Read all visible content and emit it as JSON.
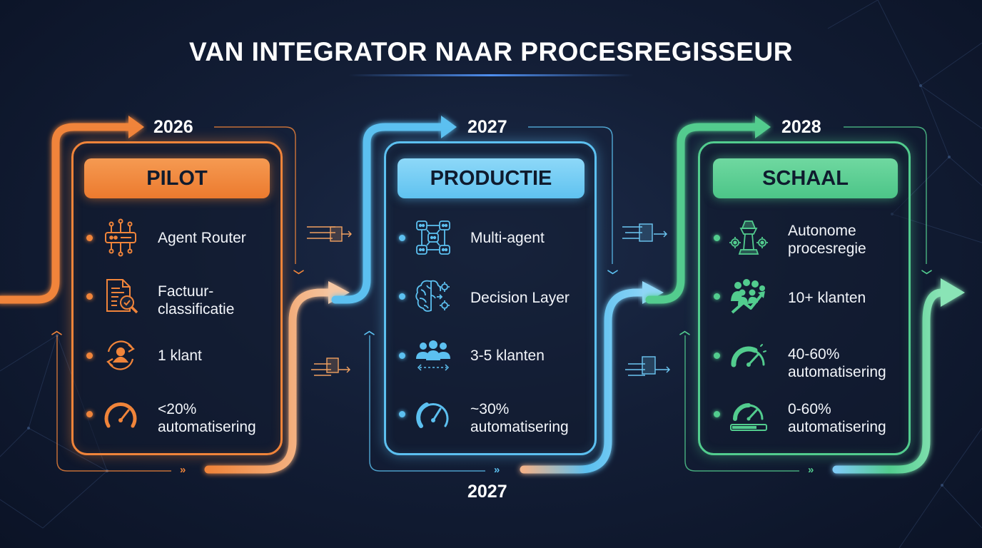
{
  "title": "VAN INTEGRATOR NAAR PROCESREGISSEUR",
  "colors": {
    "orange": "#f0843a",
    "blue": "#5cc0f0",
    "green": "#52cc8e",
    "background": "#131e36"
  },
  "phases": [
    {
      "year": "2026",
      "badge": "PILOT",
      "items": [
        {
          "icon": "router-icon",
          "lines": [
            "Agent Router"
          ]
        },
        {
          "icon": "invoice-search-icon",
          "lines": [
            "Factuur-",
            "classificatie"
          ]
        },
        {
          "icon": "client-cycle-icon",
          "lines": [
            "1 klant"
          ]
        },
        {
          "icon": "gauge-low-icon",
          "lines": [
            "<20%",
            "automatisering"
          ]
        }
      ]
    },
    {
      "year": "2027",
      "badge": "PRODUCTIE",
      "items": [
        {
          "icon": "multi-agent-network-icon",
          "lines": [
            "Multi-agent"
          ]
        },
        {
          "icon": "brain-gear-icon",
          "lines": [
            "Decision Layer"
          ]
        },
        {
          "icon": "group-clients-icon",
          "lines": [
            "3-5 klanten"
          ]
        },
        {
          "icon": "gauge-mid-icon",
          "lines": [
            "~30%",
            "automatisering"
          ]
        }
      ]
    },
    {
      "year": "2028",
      "badge": "SCHAAL",
      "items": [
        {
          "icon": "control-tower-icon",
          "lines": [
            "Autonome",
            "procesregie"
          ]
        },
        {
          "icon": "crowd-growth-icon",
          "lines": [
            "10+ klanten"
          ]
        },
        {
          "icon": "gauge-high-icon",
          "lines": [
            "40-60%",
            "automatisering"
          ]
        },
        {
          "icon": "gauge-progress-icon",
          "lines": [
            "0-60%",
            "automatisering"
          ]
        }
      ]
    }
  ],
  "footer_year": "2027"
}
